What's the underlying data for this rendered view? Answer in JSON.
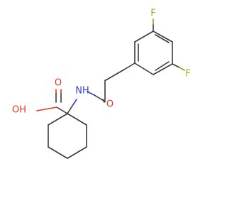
{
  "molecule": {
    "atoms": {
      "oh": "OH",
      "o_acid": "O",
      "nh": "NH",
      "o_amide": "O",
      "f1": "F",
      "f2": "F"
    }
  }
}
